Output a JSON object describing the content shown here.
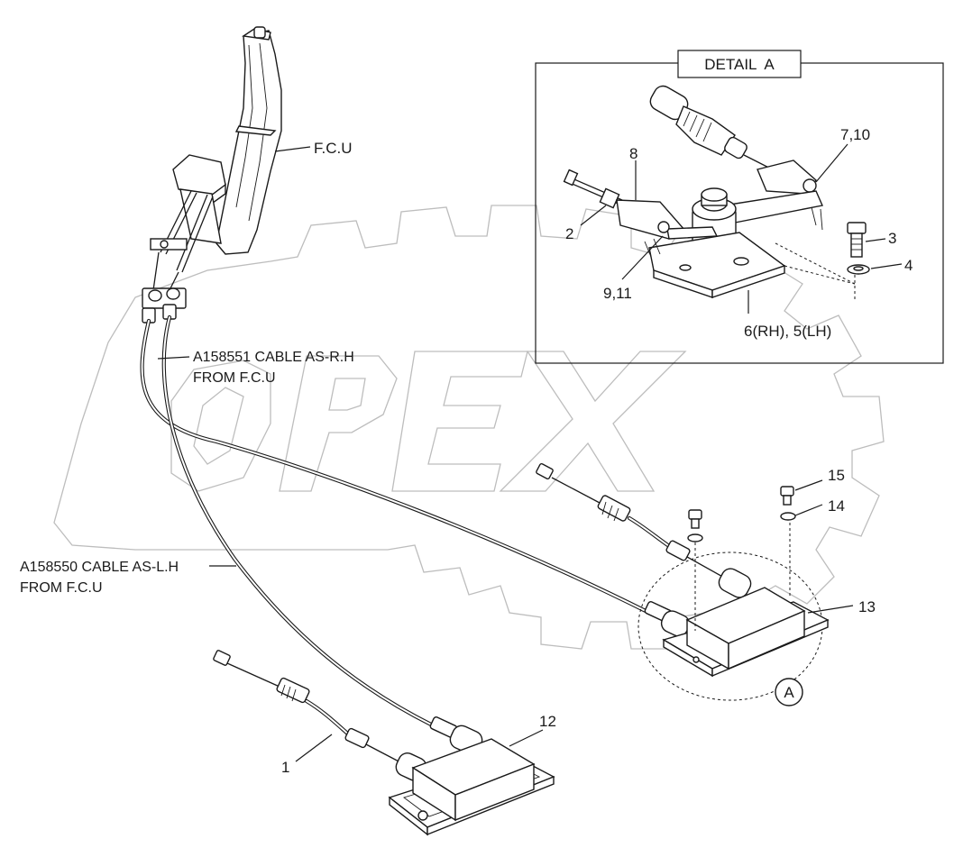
{
  "watermark": "OPEX",
  "detail_title": "DETAIL  A",
  "detail_marker": "A",
  "labels": {
    "fcu": "F.C.U",
    "cable_rh_line1": "A158551 CABLE AS-R.H",
    "cable_rh_line2": "FROM F.C.U",
    "cable_lh_line1": "A158550 CABLE AS-L.H",
    "cable_lh_line2": "FROM F.C.U"
  },
  "callouts": {
    "c1": "1",
    "c2": "2",
    "c3": "3",
    "c4": "4",
    "c6_5": "6(RH), 5(LH)",
    "c7_10": "7,10",
    "c8": "8",
    "c9_11": "9,11",
    "c12": "12",
    "c13": "13",
    "c14": "14",
    "c15": "15"
  }
}
